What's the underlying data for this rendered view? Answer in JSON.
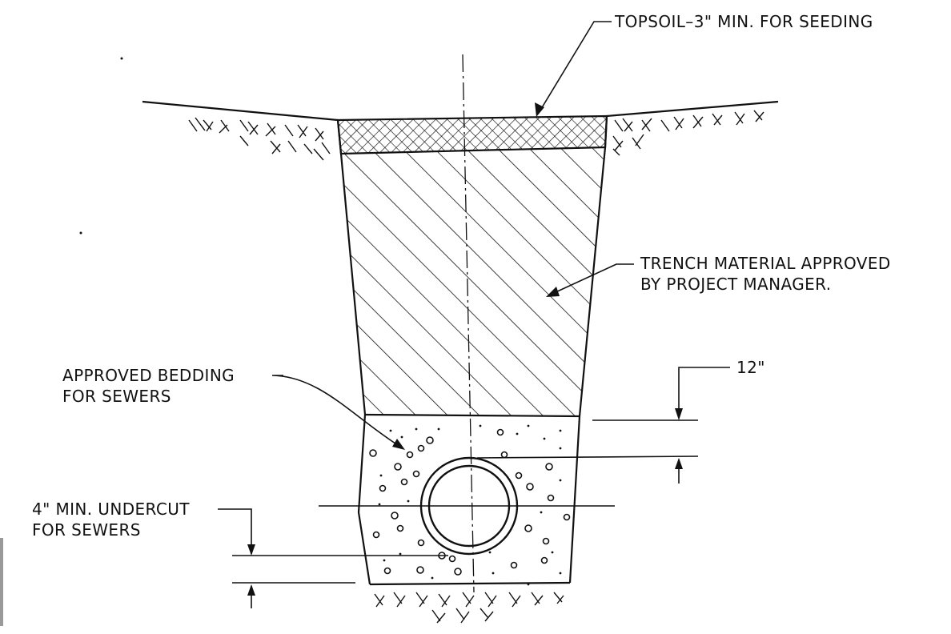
{
  "labels": {
    "topsoil": "TOPSOIL–3\" MIN. FOR SEEDING",
    "trench_line1": "TRENCH MATERIAL APPROVED",
    "trench_line2": "BY PROJECT MANAGER.",
    "bedding_line1": "APPROVED BEDDING",
    "bedding_line2": "FOR SEWERS",
    "undercut_line1": "4\" MIN. UNDERCUT",
    "undercut_line2": "FOR SEWERS",
    "dim_12": "12\""
  },
  "colors": {
    "ink": "#111111",
    "paper": "#ffffff"
  }
}
